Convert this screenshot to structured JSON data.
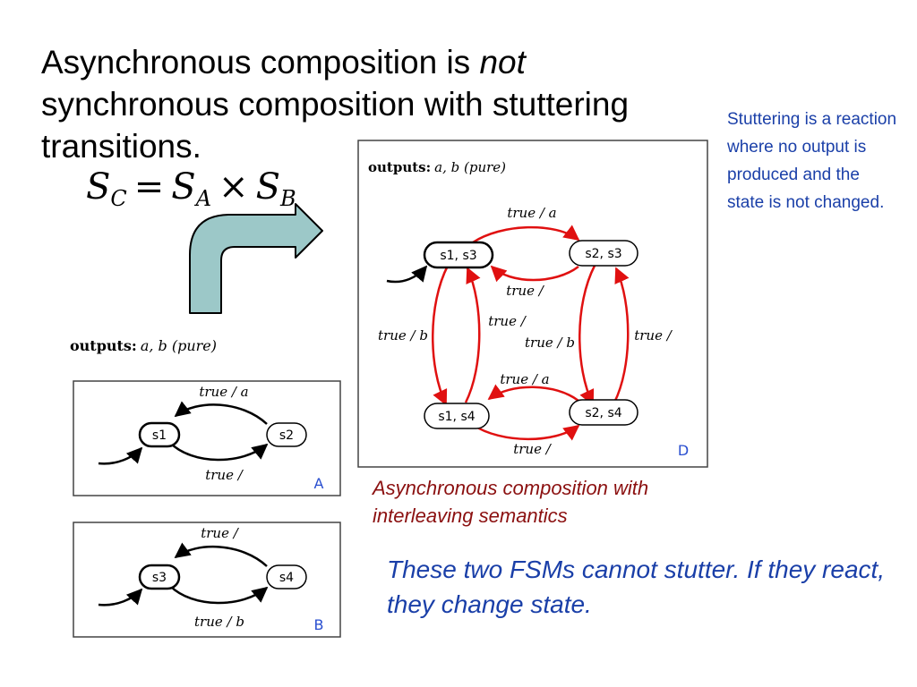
{
  "title": {
    "part1": "Asynchronous composition is ",
    "emph": "not",
    "part2": " synchronous composition with stuttering transitions."
  },
  "side_note": "Stuttering is a reaction where no output is produced and the state is not changed.",
  "formula": {
    "lhs_sym": "S",
    "lhs_sub": "C",
    "eq": "=",
    "a_sym": "S",
    "a_sub": "A",
    "times": "×",
    "b_sym": "S",
    "b_sub": "B"
  },
  "outputs_label": {
    "bold": "outputs:",
    "rest": "a, b (pure)"
  },
  "machine_a": {
    "tag": "A",
    "states": [
      "s1",
      "s2"
    ],
    "transitions": {
      "top": "true / a",
      "bottom": "true /"
    }
  },
  "machine_b": {
    "tag": "B",
    "states": [
      "s3",
      "s4"
    ],
    "transitions": {
      "top": "true /",
      "bottom": "true / b"
    }
  },
  "machine_d": {
    "tag": "D",
    "outputs_label": {
      "bold": "outputs:",
      "rest": "a, b (pure)"
    },
    "states": [
      "s1, s3",
      "s2, s3",
      "s1, s4",
      "s2, s4"
    ],
    "transitions": {
      "top_upper": "true / a",
      "top_lower": "true /",
      "left_outer": "true / b",
      "center_upper": "true /",
      "center_lower": "true / b",
      "right_outer": "true /",
      "bottom_upper": "true / a",
      "bottom_lower": "true /"
    },
    "arrow_color": "#e01010"
  },
  "caption_red": "Asynchronous composition with interleaving semantics",
  "caption_blue": "These two FSMs cannot stutter. If they react, they change state.",
  "colors": {
    "blue_text": "#1a3fa8",
    "red_caption": "#8b1010",
    "arrow_fill": "#9cc8c8",
    "tag_blue": "#2a4fd0"
  }
}
